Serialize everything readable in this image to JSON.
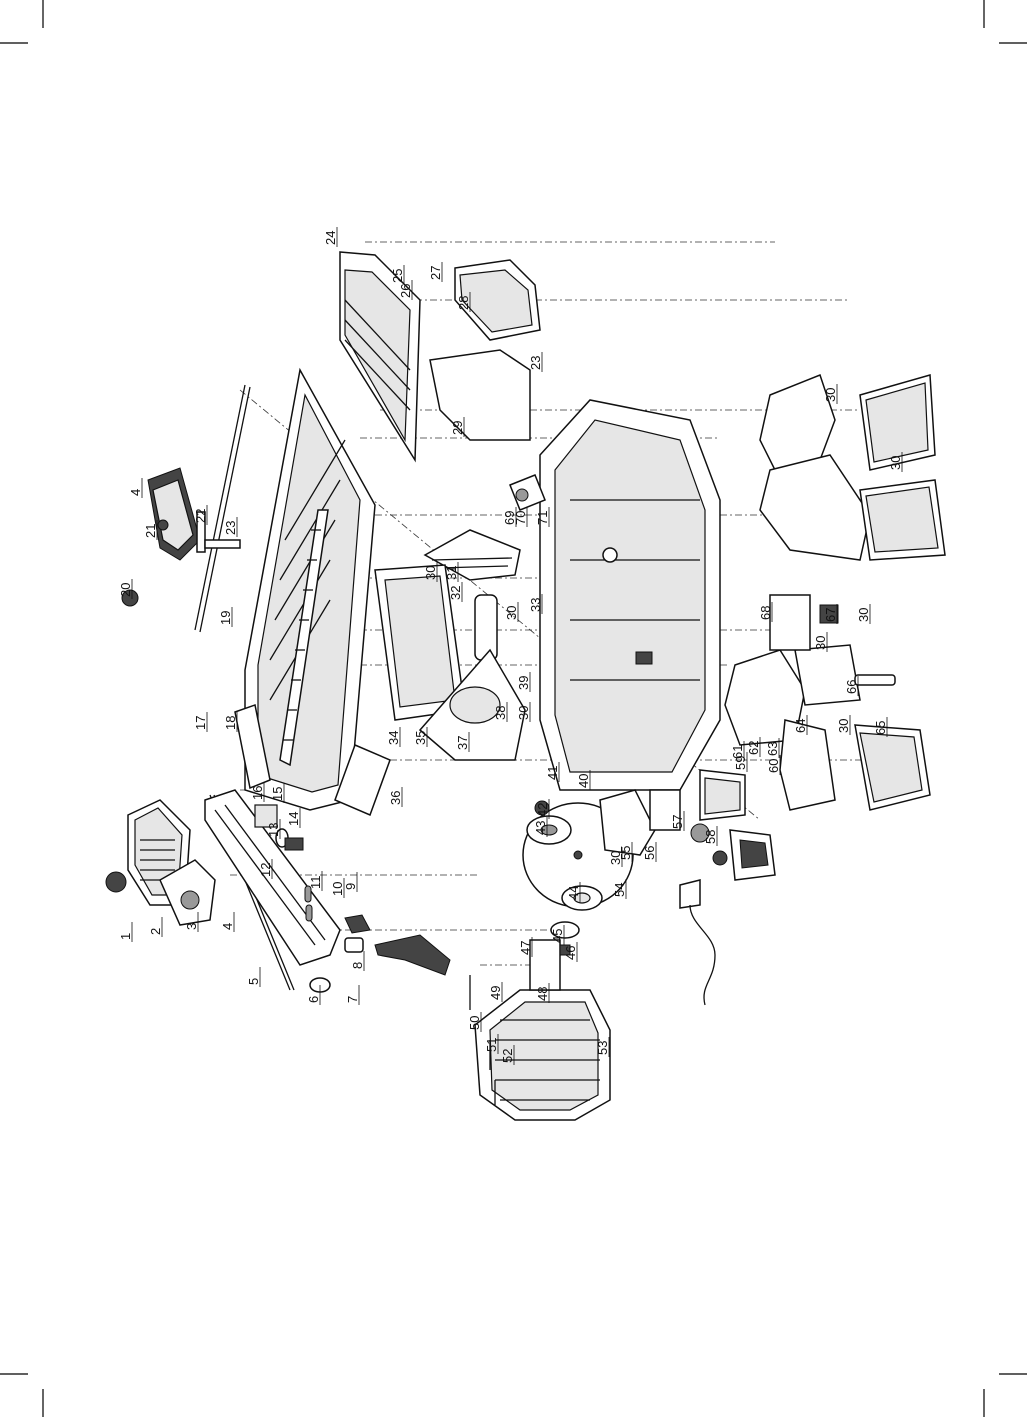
{
  "document": {
    "orientation": "rotated-90-counterclockwise",
    "style": "exploded-parts-diagram"
  },
  "callouts": [
    {
      "label": "1"
    },
    {
      "label": "2"
    },
    {
      "label": "3"
    },
    {
      "label": "4"
    },
    {
      "label": "5"
    },
    {
      "label": "6"
    },
    {
      "label": "7"
    },
    {
      "label": "8"
    },
    {
      "label": "9"
    },
    {
      "label": "10"
    },
    {
      "label": "11"
    },
    {
      "label": "12"
    },
    {
      "label": "13"
    },
    {
      "label": "14"
    },
    {
      "label": "15"
    },
    {
      "label": "16"
    },
    {
      "label": "17"
    },
    {
      "label": "18"
    },
    {
      "label": "19"
    },
    {
      "label": "20"
    },
    {
      "label": "21"
    },
    {
      "label": "22"
    },
    {
      "label": "23"
    },
    {
      "label": "4"
    },
    {
      "label": "24"
    },
    {
      "label": "25"
    },
    {
      "label": "26"
    },
    {
      "label": "27"
    },
    {
      "label": "28"
    },
    {
      "label": "23"
    },
    {
      "label": "29"
    },
    {
      "label": "30"
    },
    {
      "label": "31"
    },
    {
      "label": "32"
    },
    {
      "label": "30"
    },
    {
      "label": "33"
    },
    {
      "label": "34"
    },
    {
      "label": "35"
    },
    {
      "label": "36"
    },
    {
      "label": "37"
    },
    {
      "label": "38"
    },
    {
      "label": "30"
    },
    {
      "label": "39"
    },
    {
      "label": "69"
    },
    {
      "label": "70"
    },
    {
      "label": "71"
    },
    {
      "label": "40"
    },
    {
      "label": "41"
    },
    {
      "label": "42"
    },
    {
      "label": "43"
    },
    {
      "label": "44"
    },
    {
      "label": "45"
    },
    {
      "label": "46"
    },
    {
      "label": "47"
    },
    {
      "label": "48"
    },
    {
      "label": "49"
    },
    {
      "label": "50"
    },
    {
      "label": "51"
    },
    {
      "label": "52"
    },
    {
      "label": "53"
    },
    {
      "label": "30"
    },
    {
      "label": "54"
    },
    {
      "label": "55"
    },
    {
      "label": "56"
    },
    {
      "label": "57"
    },
    {
      "label": "58"
    },
    {
      "label": "59"
    },
    {
      "label": "60"
    },
    {
      "label": "61"
    },
    {
      "label": "62"
    },
    {
      "label": "63"
    },
    {
      "label": "64"
    },
    {
      "label": "30"
    },
    {
      "label": "65"
    },
    {
      "label": "66"
    },
    {
      "label": "30"
    },
    {
      "label": "67"
    },
    {
      "label": "68"
    },
    {
      "label": "30"
    },
    {
      "label": "30"
    },
    {
      "label": "30"
    }
  ]
}
